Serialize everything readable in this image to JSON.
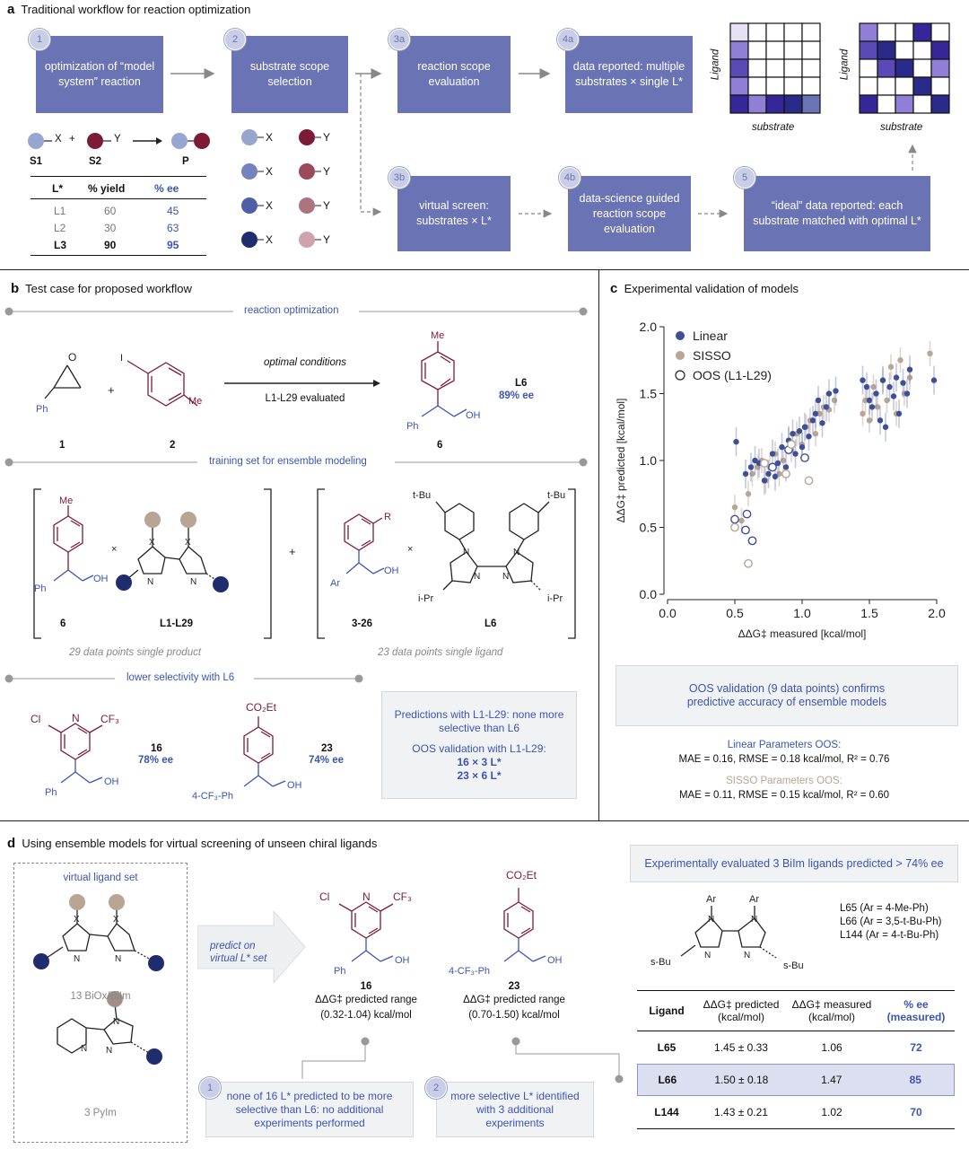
{
  "a": {
    "letter": "a",
    "title": "Traditional workflow for reaction optimization",
    "boxes": {
      "b1": {
        "num": "1",
        "text": "optimization of “model system” reaction"
      },
      "b2": {
        "num": "2",
        "text": "substrate scope selection"
      },
      "b3a": {
        "num": "3a",
        "text": "reaction scope evaluation"
      },
      "b4a": {
        "num": "4a",
        "text": "data reported: multiple substrates × single L*"
      },
      "b3b": {
        "num": "3b",
        "text": "virtual screen: substrates × L*"
      },
      "b4b": {
        "num": "4b",
        "text": "data-science guided reaction scope evaluation"
      },
      "b5": {
        "num": "5",
        "text": "“ideal” data reported: each substrate matched with optimal L*"
      }
    },
    "reaction": {
      "s1": "S1",
      "s2": "S2",
      "p": "P",
      "x": "X",
      "y": "Y",
      "plus": "+"
    },
    "table": {
      "headers": [
        "L*",
        "% yield",
        "% ee"
      ],
      "rows": [
        [
          "L1",
          "60",
          "45"
        ],
        [
          "L2",
          "30",
          "63"
        ],
        [
          "L3",
          "90",
          "95"
        ]
      ]
    },
    "heatmap_axis": {
      "ylabel": "Ligand",
      "xlabel": "substrate"
    }
  },
  "b": {
    "letter": "b",
    "title": "Test case for proposed workflow",
    "section1": "reaction optimization",
    "conditions": "optimal conditions",
    "evaluated": "L1-L29 evaluated",
    "product_label": "L6",
    "product_ee": "89% ee",
    "labels": {
      "c1": "1",
      "c2": "2",
      "c6": "6",
      "plus": "+"
    },
    "section2": "training set for ensemble modeling",
    "train_labels": {
      "p6": "6",
      "lig": "L1-L29",
      "p326": "3-26",
      "l6": "L6"
    },
    "note1": "29 data points single product",
    "note2": "23 data points single ligand",
    "section3": "lower selectivity with L6",
    "c16": {
      "label": "16",
      "ee": "78% ee"
    },
    "c23": {
      "label": "23",
      "ee": "74% ee"
    },
    "box": {
      "line1": "Predictions with L1-L29: none more selective than L6",
      "line2": "OOS validation with L1-L29:",
      "line3": "16 × 3 L*",
      "line4": "23 × 6 L*"
    }
  },
  "c": {
    "letter": "c",
    "title": "Experimental validation of models",
    "validation_text": "OOS validation (9 data points) confirms predictive accuracy of ensemble models",
    "linear_title": "Linear Parameters OOS:",
    "linear_stats": "MAE = 0.16, RMSE = 0.18 kcal/mol, R² = 0.76",
    "sisso_title": "SISSO Parameters OOS:",
    "sisso_stats": "MAE = 0.11, RMSE = 0.15 kcal/mol, R² = 0.60"
  },
  "chart_data": {
    "type": "scatter",
    "xlabel": "ΔΔG‡ measured [kcal/mol]",
    "ylabel": "ΔΔG‡ predicted [kcal/mol]",
    "xlim": [
      0.0,
      2.0
    ],
    "ylim": [
      0.0,
      2.0
    ],
    "xticks": [
      "0.0",
      "0.5",
      "1.0",
      "1.5",
      "2.0"
    ],
    "yticks": [
      "0.0",
      "0.5",
      "1.0",
      "1.5",
      "2.0"
    ],
    "legend_position": "top-left",
    "colors": {
      "Linear": "#3c4f97",
      "SISSO": "#b8a594",
      "OOS": "#3c4f97"
    },
    "series": [
      {
        "name": "Linear",
        "x": [
          0.51,
          0.58,
          0.62,
          0.65,
          0.68,
          0.72,
          0.75,
          0.78,
          0.8,
          0.82,
          0.85,
          0.88,
          0.9,
          0.93,
          0.95,
          0.98,
          1.0,
          1.02,
          1.05,
          1.08,
          1.1,
          1.12,
          1.15,
          1.18,
          1.2,
          1.25,
          1.45,
          1.48,
          1.5,
          1.52,
          1.55,
          1.58,
          1.6,
          1.62,
          1.65,
          1.68,
          1.7,
          1.72,
          1.75,
          1.78,
          1.8,
          1.98
        ],
        "y": [
          1.14,
          0.9,
          0.95,
          1.0,
          0.98,
          0.85,
          0.9,
          1.05,
          0.88,
          0.98,
          1.1,
          0.95,
          1.15,
          1.2,
          1.05,
          1.22,
          1.1,
          1.25,
          1.18,
          1.3,
          1.35,
          1.45,
          1.28,
          1.4,
          1.5,
          1.52,
          1.6,
          1.55,
          1.45,
          1.4,
          1.5,
          1.3,
          1.6,
          1.25,
          1.55,
          1.48,
          1.62,
          1.35,
          1.58,
          1.5,
          1.68,
          1.6
        ]
      },
      {
        "name": "SISSO",
        "x": [
          0.5,
          0.55,
          0.6,
          0.63,
          0.67,
          0.7,
          0.73,
          0.76,
          0.8,
          0.83,
          0.86,
          0.9,
          0.92,
          0.96,
          1.0,
          1.03,
          1.06,
          1.1,
          1.13,
          1.16,
          1.2,
          1.24,
          1.45,
          1.47,
          1.5,
          1.53,
          1.56,
          1.6,
          1.63,
          1.66,
          1.7,
          1.73,
          1.76,
          1.8,
          1.95
        ],
        "y": [
          0.65,
          0.55,
          0.75,
          0.9,
          0.95,
          1.0,
          0.85,
          0.95,
          1.05,
          0.9,
          1.0,
          1.15,
          1.08,
          1.2,
          1.12,
          1.25,
          1.3,
          1.2,
          1.35,
          1.4,
          1.38,
          1.45,
          1.35,
          1.45,
          1.3,
          1.55,
          1.4,
          1.6,
          1.45,
          1.7,
          1.35,
          1.75,
          1.5,
          1.62,
          1.8
        ]
      },
      {
        "name": "OOS (L1-L29)",
        "x": [
          0.5,
          0.5,
          0.58,
          0.6,
          0.63,
          0.72,
          0.78,
          0.88,
          0.9,
          0.92,
          1.02,
          1.05,
          0.59
        ],
        "y": [
          0.56,
          0.5,
          0.48,
          0.23,
          0.4,
          0.98,
          0.95,
          0.9,
          1.08,
          1.12,
          1.02,
          0.85,
          0.6
        ]
      }
    ]
  },
  "d": {
    "letter": "d",
    "title": "Using ensemble models for virtual screening of unseen chiral ligands",
    "virtual_set": "virtual ligand set",
    "biox": "13 BiOx/BiIm",
    "pyim": "3 PyIm",
    "predict": "predict on virtual L* set",
    "c16": {
      "label": "16",
      "line1": "ΔΔG‡ predicted range",
      "line2": "(0.32-1.04) kcal/mol"
    },
    "c23": {
      "label": "23",
      "line1": "ΔΔG‡ predicted range",
      "line2": "(0.70-1.50) kcal/mol"
    },
    "note1": {
      "num": "1",
      "text": "none of 16 L* predicted to be more selective than L6: no additional experiments performed"
    },
    "note2": {
      "num": "2",
      "text": "more selective L* identified with 3 additional experiments"
    },
    "exp_box": "Experimentally evaluated 3 BiIm ligands predicted > 74% ee",
    "ligand_defs": [
      "L65 (Ar = 4-Me-Ph)",
      "L66 (Ar = 3,5-t-Bu-Ph)",
      "L144 (Ar = 4-t-Bu-Ph)"
    ],
    "table": {
      "headers": [
        "Ligand",
        "ΔΔG‡ predicted (kcal/mol)",
        "ΔΔG‡ measured (kcal/mol)",
        "% ee (measured)"
      ],
      "rows": [
        [
          "L65",
          "1.45 ± 0.33",
          "1.06",
          "72"
        ],
        [
          "L66",
          "1.50 ± 0.18",
          "1.47",
          "85"
        ],
        [
          "L144",
          "1.43 ± 0.21",
          "1.02",
          "70"
        ]
      ]
    }
  }
}
